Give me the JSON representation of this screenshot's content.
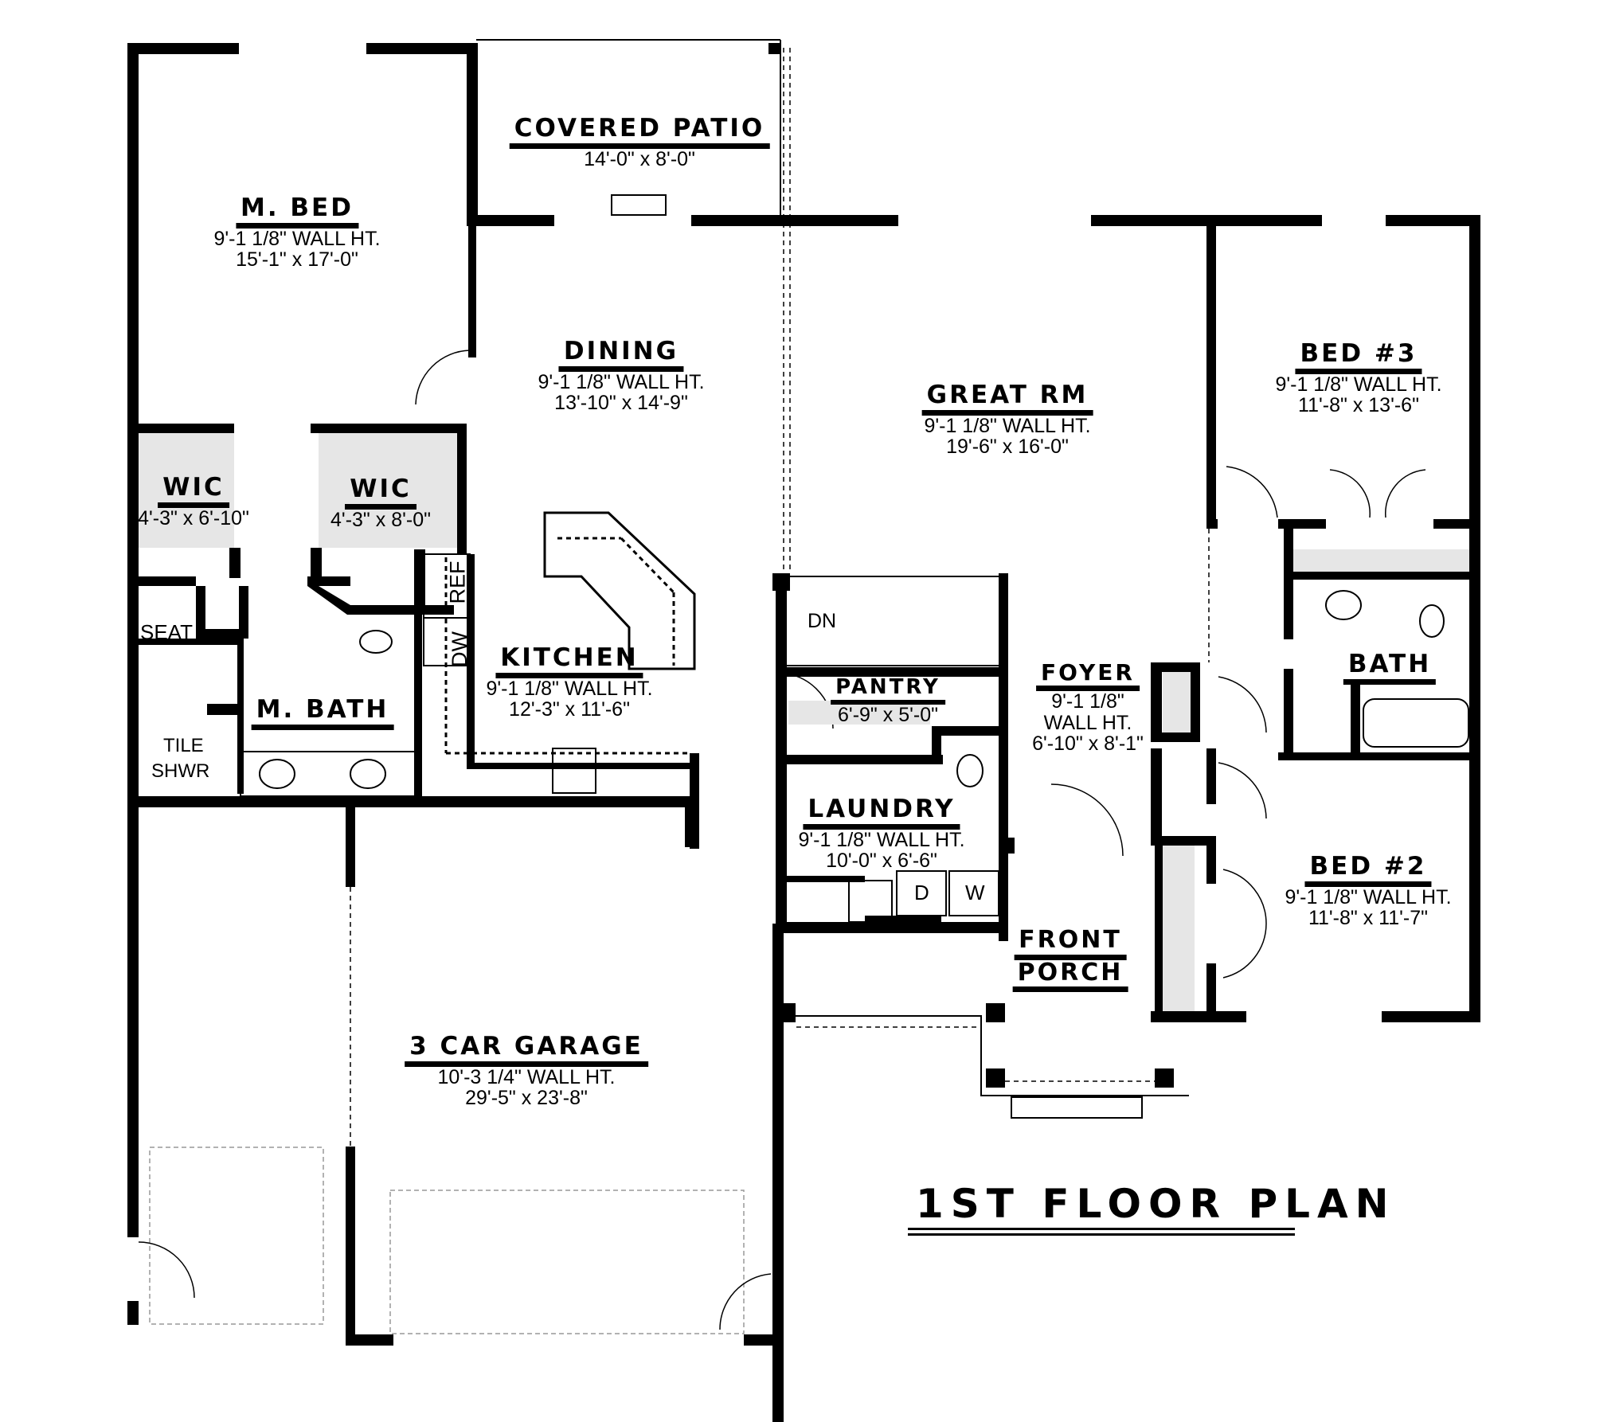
{
  "plan": {
    "title": "1ST FLOOR PLAN"
  },
  "rooms": {
    "covered_patio": {
      "name": "COVERED PATIO",
      "size": "14'-0\" x 8'-0\""
    },
    "master_bed": {
      "name": "M. BED",
      "wall_height": "9'-1 1/8\" WALL HT.",
      "size": "15'-1\" x 17'-0\""
    },
    "dining": {
      "name": "DINING",
      "wall_height": "9'-1 1/8\" WALL HT.",
      "size": "13'-10\" x 14'-9\""
    },
    "great_room": {
      "name": "GREAT RM",
      "wall_height": "9'-1 1/8\" WALL HT.",
      "size": "19'-6\" x 16'-0\""
    },
    "bed3": {
      "name": "BED #3",
      "wall_height": "9'-1 1/8\" WALL HT.",
      "size": "11'-8\" x 13'-6\""
    },
    "wic1": {
      "name": "WIC",
      "size": "4'-3\" x 6'-10\""
    },
    "wic2": {
      "name": "WIC",
      "size": "4'-3\" x 8'-0\""
    },
    "kitchen": {
      "name": "KITCHEN",
      "wall_height": "9'-1 1/8\" WALL HT.",
      "size": "12'-3\" x 11'-6\""
    },
    "master_bath": {
      "name": "M. BATH"
    },
    "pantry": {
      "name": "PANTRY",
      "size": "6'-9\" x 5'-0\""
    },
    "foyer": {
      "name": "FOYER",
      "wall_height_1": "9'-1 1/8\"",
      "wall_height_2": "WALL HT.",
      "size": "6'-10\" x 8'-1\""
    },
    "bath": {
      "name": "BATH"
    },
    "laundry": {
      "name": "LAUNDRY",
      "wall_height": "9'-1 1/8\" WALL HT.",
      "size": "10'-0\" x 6'-6\""
    },
    "bed2": {
      "name": "BED #2",
      "wall_height": "9'-1 1/8\" WALL HT.",
      "size": "11'-8\" x 11'-7\""
    },
    "front_porch": {
      "name_line1": "FRONT",
      "name_line2": "PORCH"
    },
    "garage": {
      "name": "3 CAR GARAGE",
      "wall_height": "10'-3 1/4\" WALL HT.",
      "size": "29'-5\" x 23'-8\""
    }
  },
  "fixtures": {
    "seat": "SEAT",
    "tile_shower_1": "TILE",
    "tile_shower_2": "SHWR",
    "refrigerator": "REF",
    "dishwasher": "DW",
    "stairs": "DN",
    "dryer": "D",
    "washer": "W"
  }
}
